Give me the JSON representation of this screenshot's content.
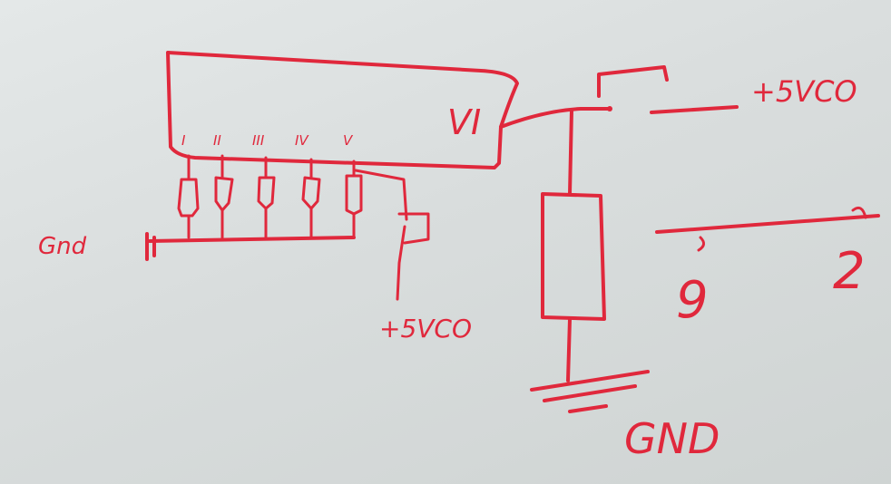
{
  "diagram": {
    "ic_label": "VI",
    "pin_labels": [
      "I",
      "II",
      "III",
      "IV",
      "V"
    ],
    "gnd_small_label": "Gnd",
    "vcc_label_bottom": "+5VCO",
    "vcc_label_right": "+5VCO",
    "gnd_label": "GND",
    "wire_label_left": "9",
    "wire_label_right": "2",
    "ink_color": "#e0283c"
  }
}
